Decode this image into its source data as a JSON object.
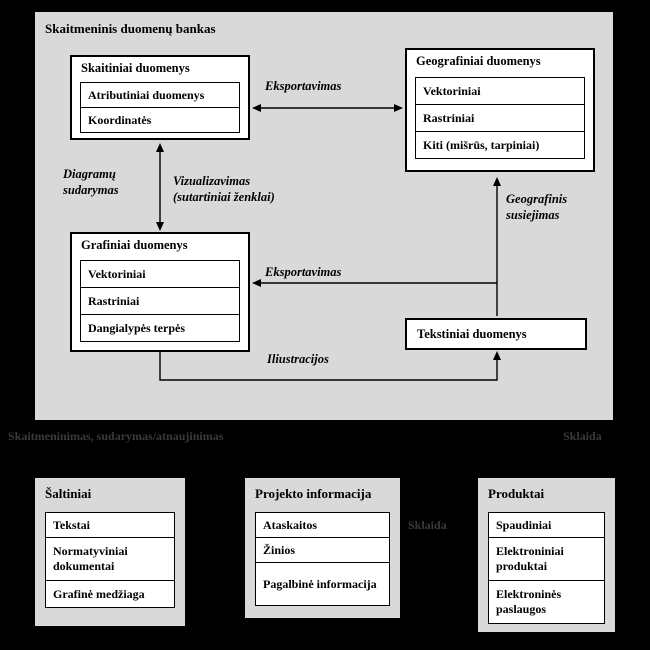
{
  "bank": {
    "title": "Skaitmeninis duomenų bankas",
    "skaitiniai": {
      "title": "Skaitiniai duomenys",
      "rows": [
        "Atributiniai duomenys",
        "Koordinatės"
      ]
    },
    "geografiniai": {
      "title": "Geografiniai duomenys",
      "rows": [
        "Vektoriniai",
        "Rastriniai",
        "Kiti (mišrūs, tarpiniai)"
      ]
    },
    "grafiniai": {
      "title": "Grafiniai duomenys",
      "rows": [
        "Vektoriniai",
        "Rastriniai",
        "Dangialypės terpės"
      ]
    },
    "tekstiniai": {
      "title": "Tekstiniai duomenys"
    },
    "flow_labels": {
      "eksportavimas_top": "Eksportavimas",
      "diagramu_sudarymas": "Diagramų sudarymas",
      "vizualizavimas": "Vizualizavimas (sutartiniai ženklai)",
      "eksportavimas_mid": "Eksportavimas",
      "geografinis_susiejimas": "Geografinis susiejimas",
      "iliustracijos": "Iliustracijos"
    }
  },
  "faint_annotations": {
    "left": "Skaitmeninimas, sudarymas/atnaujinimas",
    "right": "Sklaida",
    "middle": "Sklaida"
  },
  "bottom_panels": {
    "saltiniai": {
      "title": "Šaltiniai",
      "rows": [
        "Tekstai",
        "Normatyviniai dokumentai",
        "Grafinė medžiaga"
      ]
    },
    "projekto": {
      "title": "Projekto informacija",
      "rows": [
        "Ataskaitos",
        "Žinios",
        "Pagalbinė informacija"
      ]
    },
    "produktai": {
      "title": "Produktai",
      "rows": [
        "Spaudiniai",
        "Elektroniniai produktai",
        "Elektroninės paslaugos"
      ]
    }
  },
  "colors": {
    "background": "#000000",
    "panel": "#d9d9d9",
    "box": "#ffffff",
    "line": "#000000",
    "faint_text": "#3a3a3a"
  }
}
